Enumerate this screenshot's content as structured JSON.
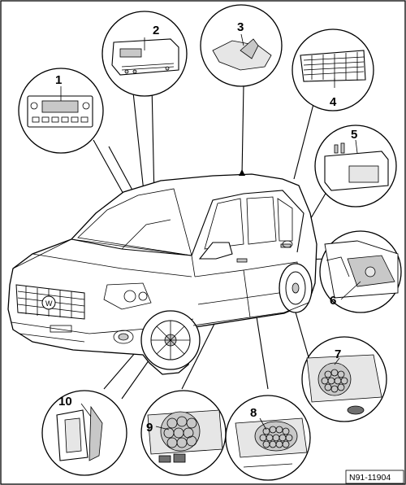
{
  "figure": {
    "callouts": {
      "c1": "1",
      "c2": "2",
      "c3": "3",
      "c4": "4",
      "c5": "5",
      "c6": "6",
      "c7": "7",
      "c8": "8",
      "c9": "9",
      "c10": "10"
    },
    "reference_code": "N91-11904"
  }
}
